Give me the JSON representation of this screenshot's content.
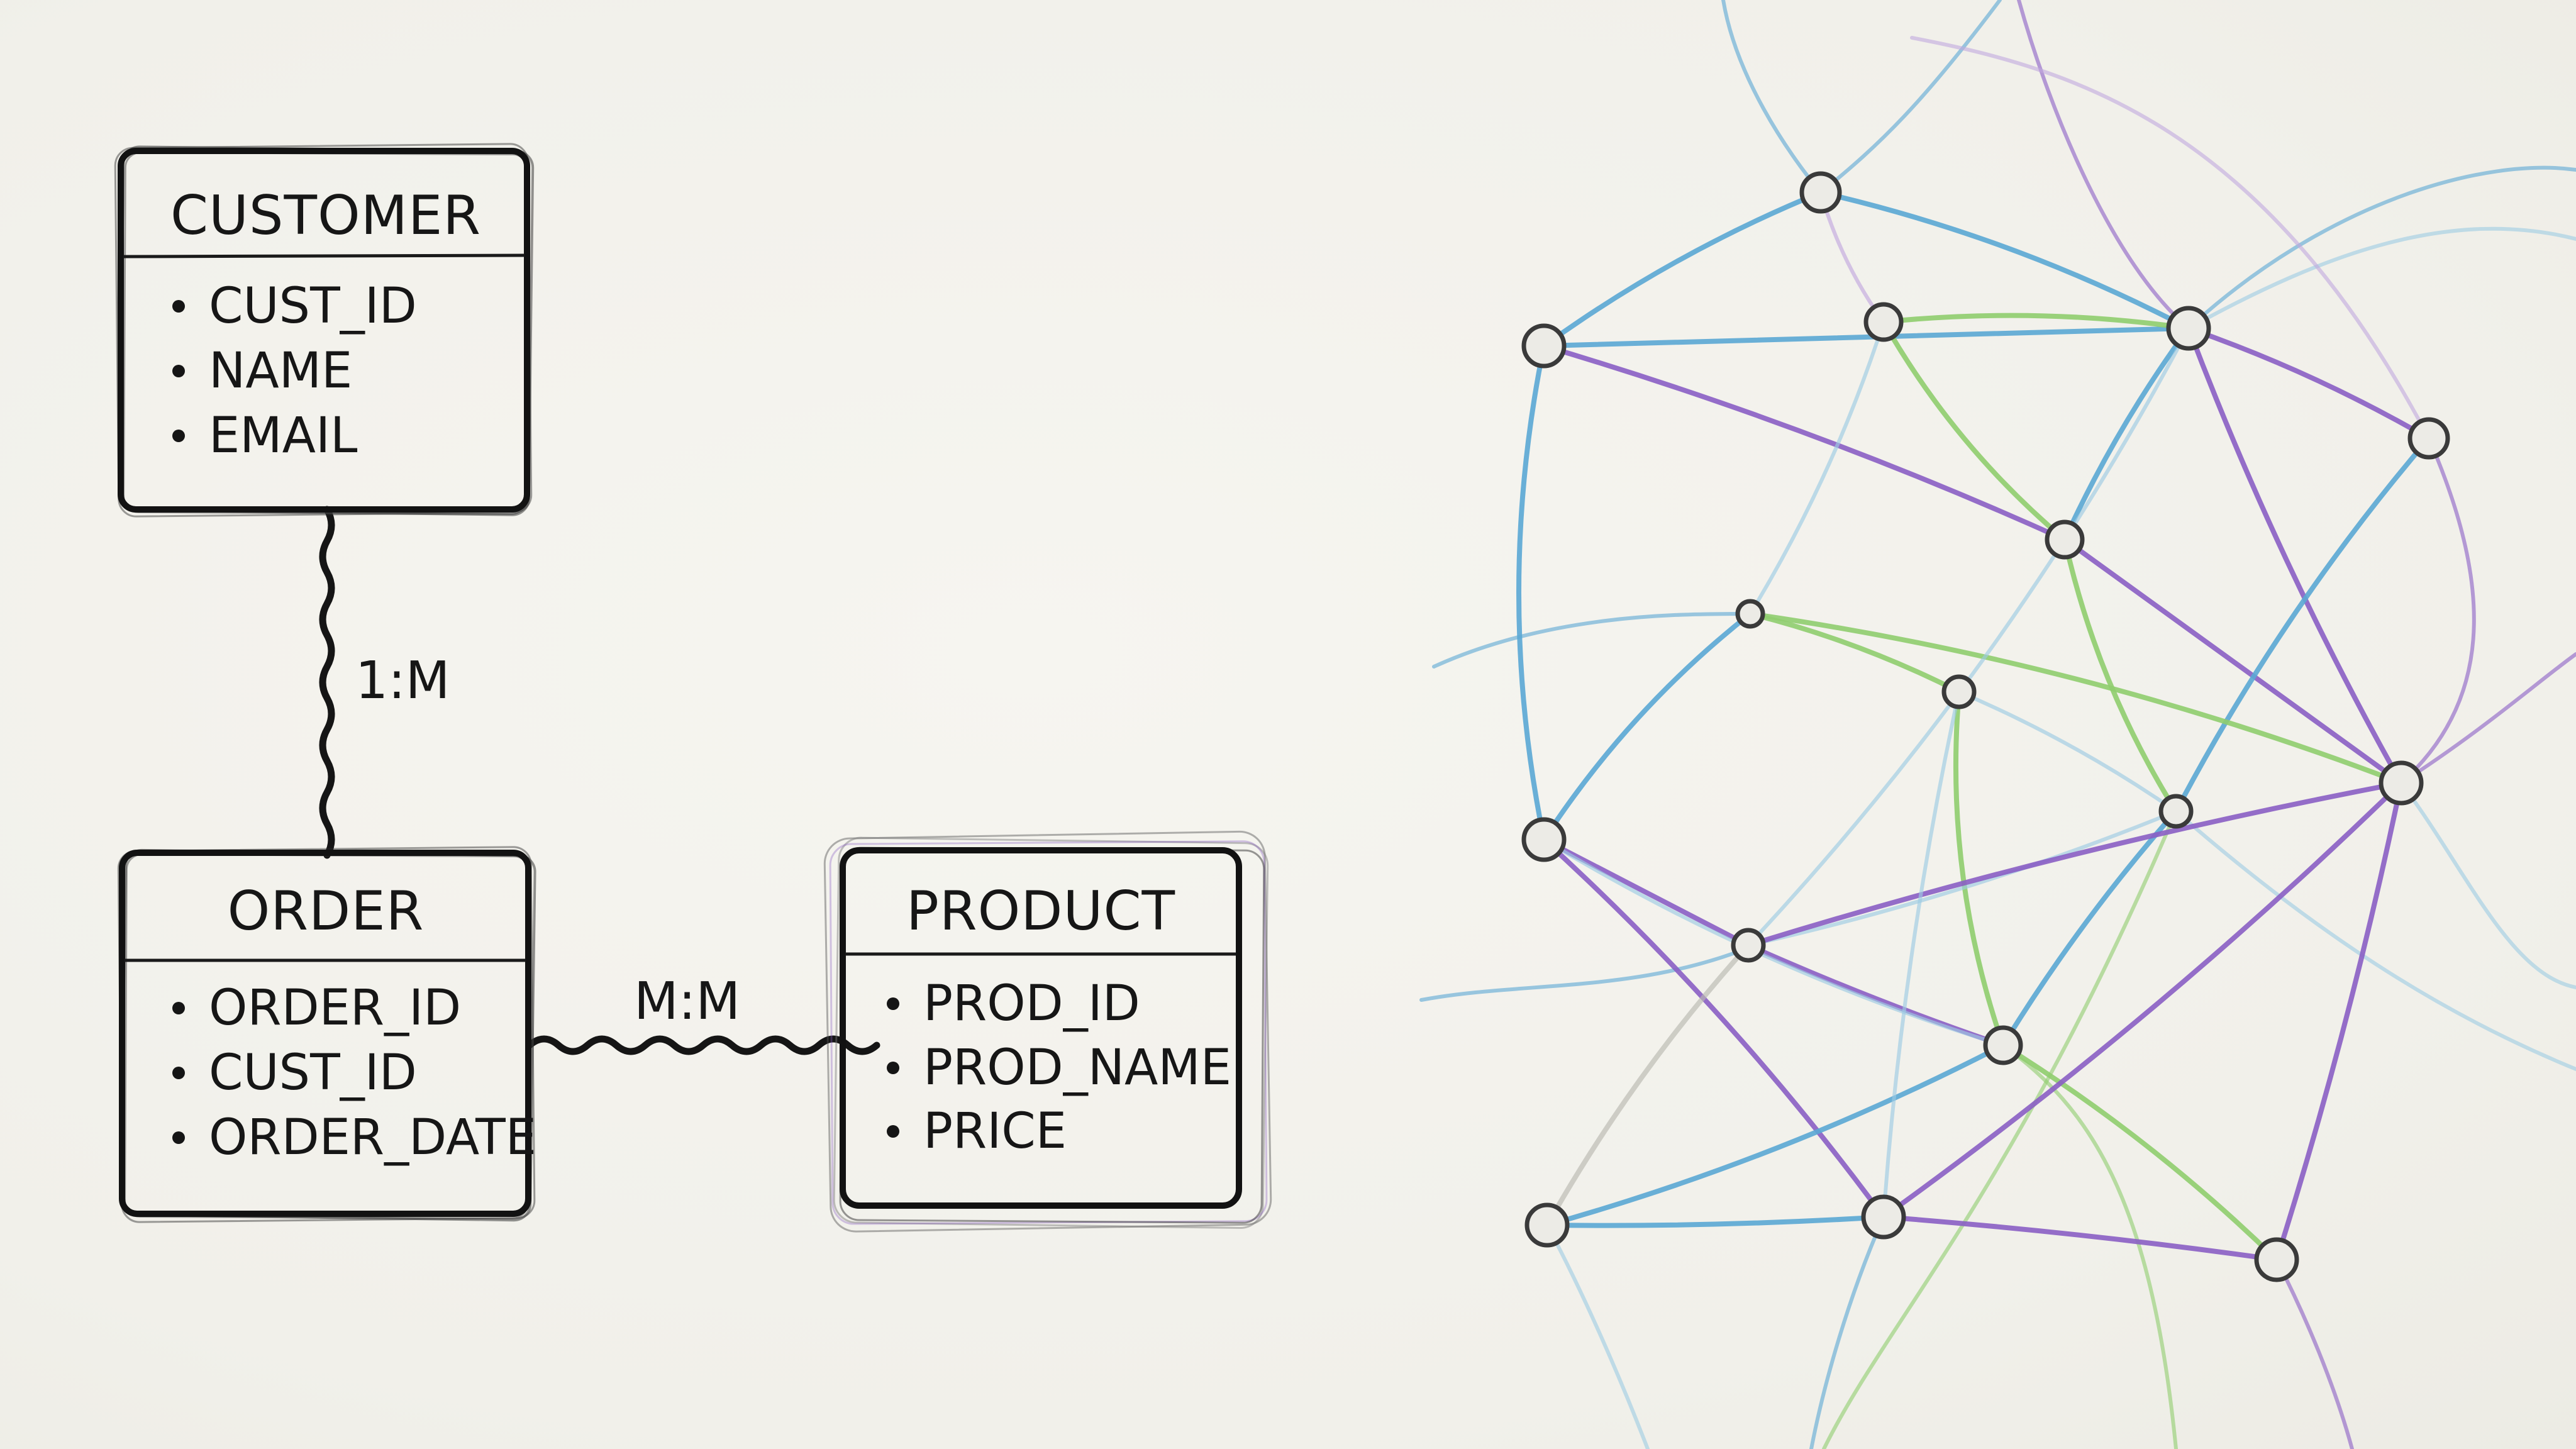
{
  "er_diagram": {
    "entities": [
      {
        "key": "customer",
        "title": "CUSTOMER",
        "attributes": [
          "CUST_ID",
          "NAME",
          "EMAIL"
        ]
      },
      {
        "key": "order",
        "title": "ORDER",
        "attributes": [
          "ORDER_ID",
          "CUST_ID",
          "ORDER_DATE"
        ]
      },
      {
        "key": "product",
        "title": "PRODUCT",
        "attributes": [
          "PROD_ID",
          "PROD_NAME",
          "PRICE"
        ]
      }
    ],
    "relationships": [
      {
        "from": "CUSTOMER",
        "to": "ORDER",
        "label": "1:M"
      },
      {
        "from": "ORDER",
        "to": "PRODUCT",
        "label": "M:M"
      }
    ]
  },
  "network_graph": {
    "colors": {
      "blue": "#5aa7d4",
      "light_blue": "#9ccbe3",
      "purple": "#8a5ec4",
      "light_purple": "#c2a8de",
      "green": "#8fcd6e",
      "gray": "#b9b9b0",
      "node_stroke": "#3a3a3a",
      "node_fill": "#ecebe6"
    }
  }
}
